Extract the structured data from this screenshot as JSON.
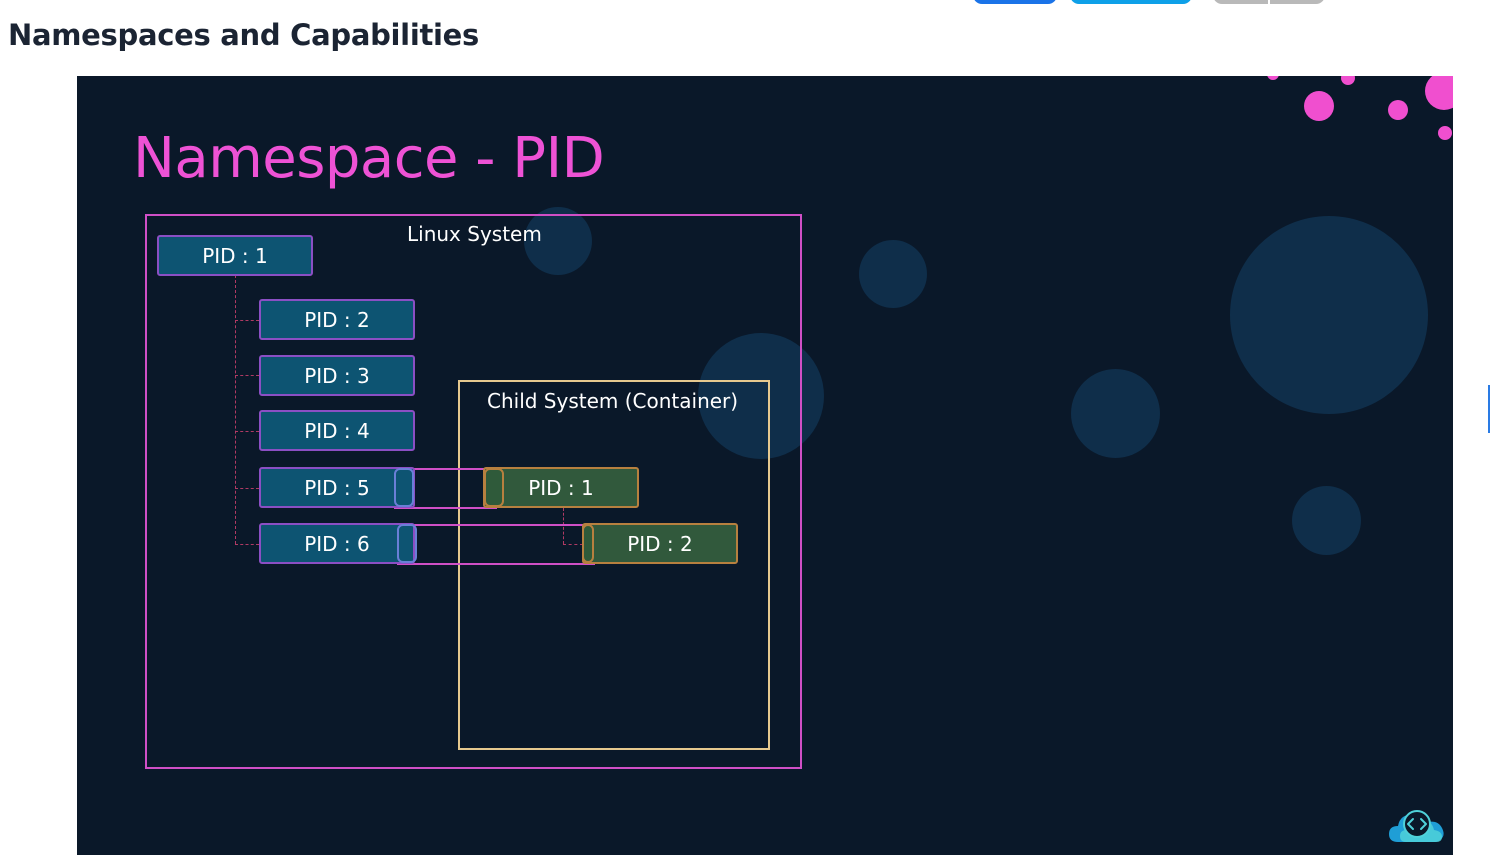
{
  "page": {
    "title": "Namespaces and Capabilities"
  },
  "slide": {
    "title": "Namespace - PID",
    "linux_system_label": "Linux System",
    "child_system_label": "Child System (Container)",
    "host_processes": [
      {
        "label": "PID : 1"
      },
      {
        "label": "PID : 2"
      },
      {
        "label": "PID : 3"
      },
      {
        "label": "PID : 4"
      },
      {
        "label": "PID : 5"
      },
      {
        "label": "PID : 6"
      }
    ],
    "container_processes": [
      {
        "label": "PID : 1"
      },
      {
        "label": "PID : 2"
      }
    ],
    "mappings": [
      {
        "host": "PID : 5",
        "container": "PID : 1"
      },
      {
        "host": "PID : 6",
        "container": "PID : 2"
      }
    ],
    "logo_icon": "cloud-code-icon"
  },
  "colors": {
    "slide_background": "#0a1829",
    "title_pink": "#ee52d5",
    "host_box_fill": "#0d5472",
    "container_box_fill": "#31593c",
    "linux_system_border": "#d04fc6",
    "child_system_border": "#e6c98f"
  }
}
